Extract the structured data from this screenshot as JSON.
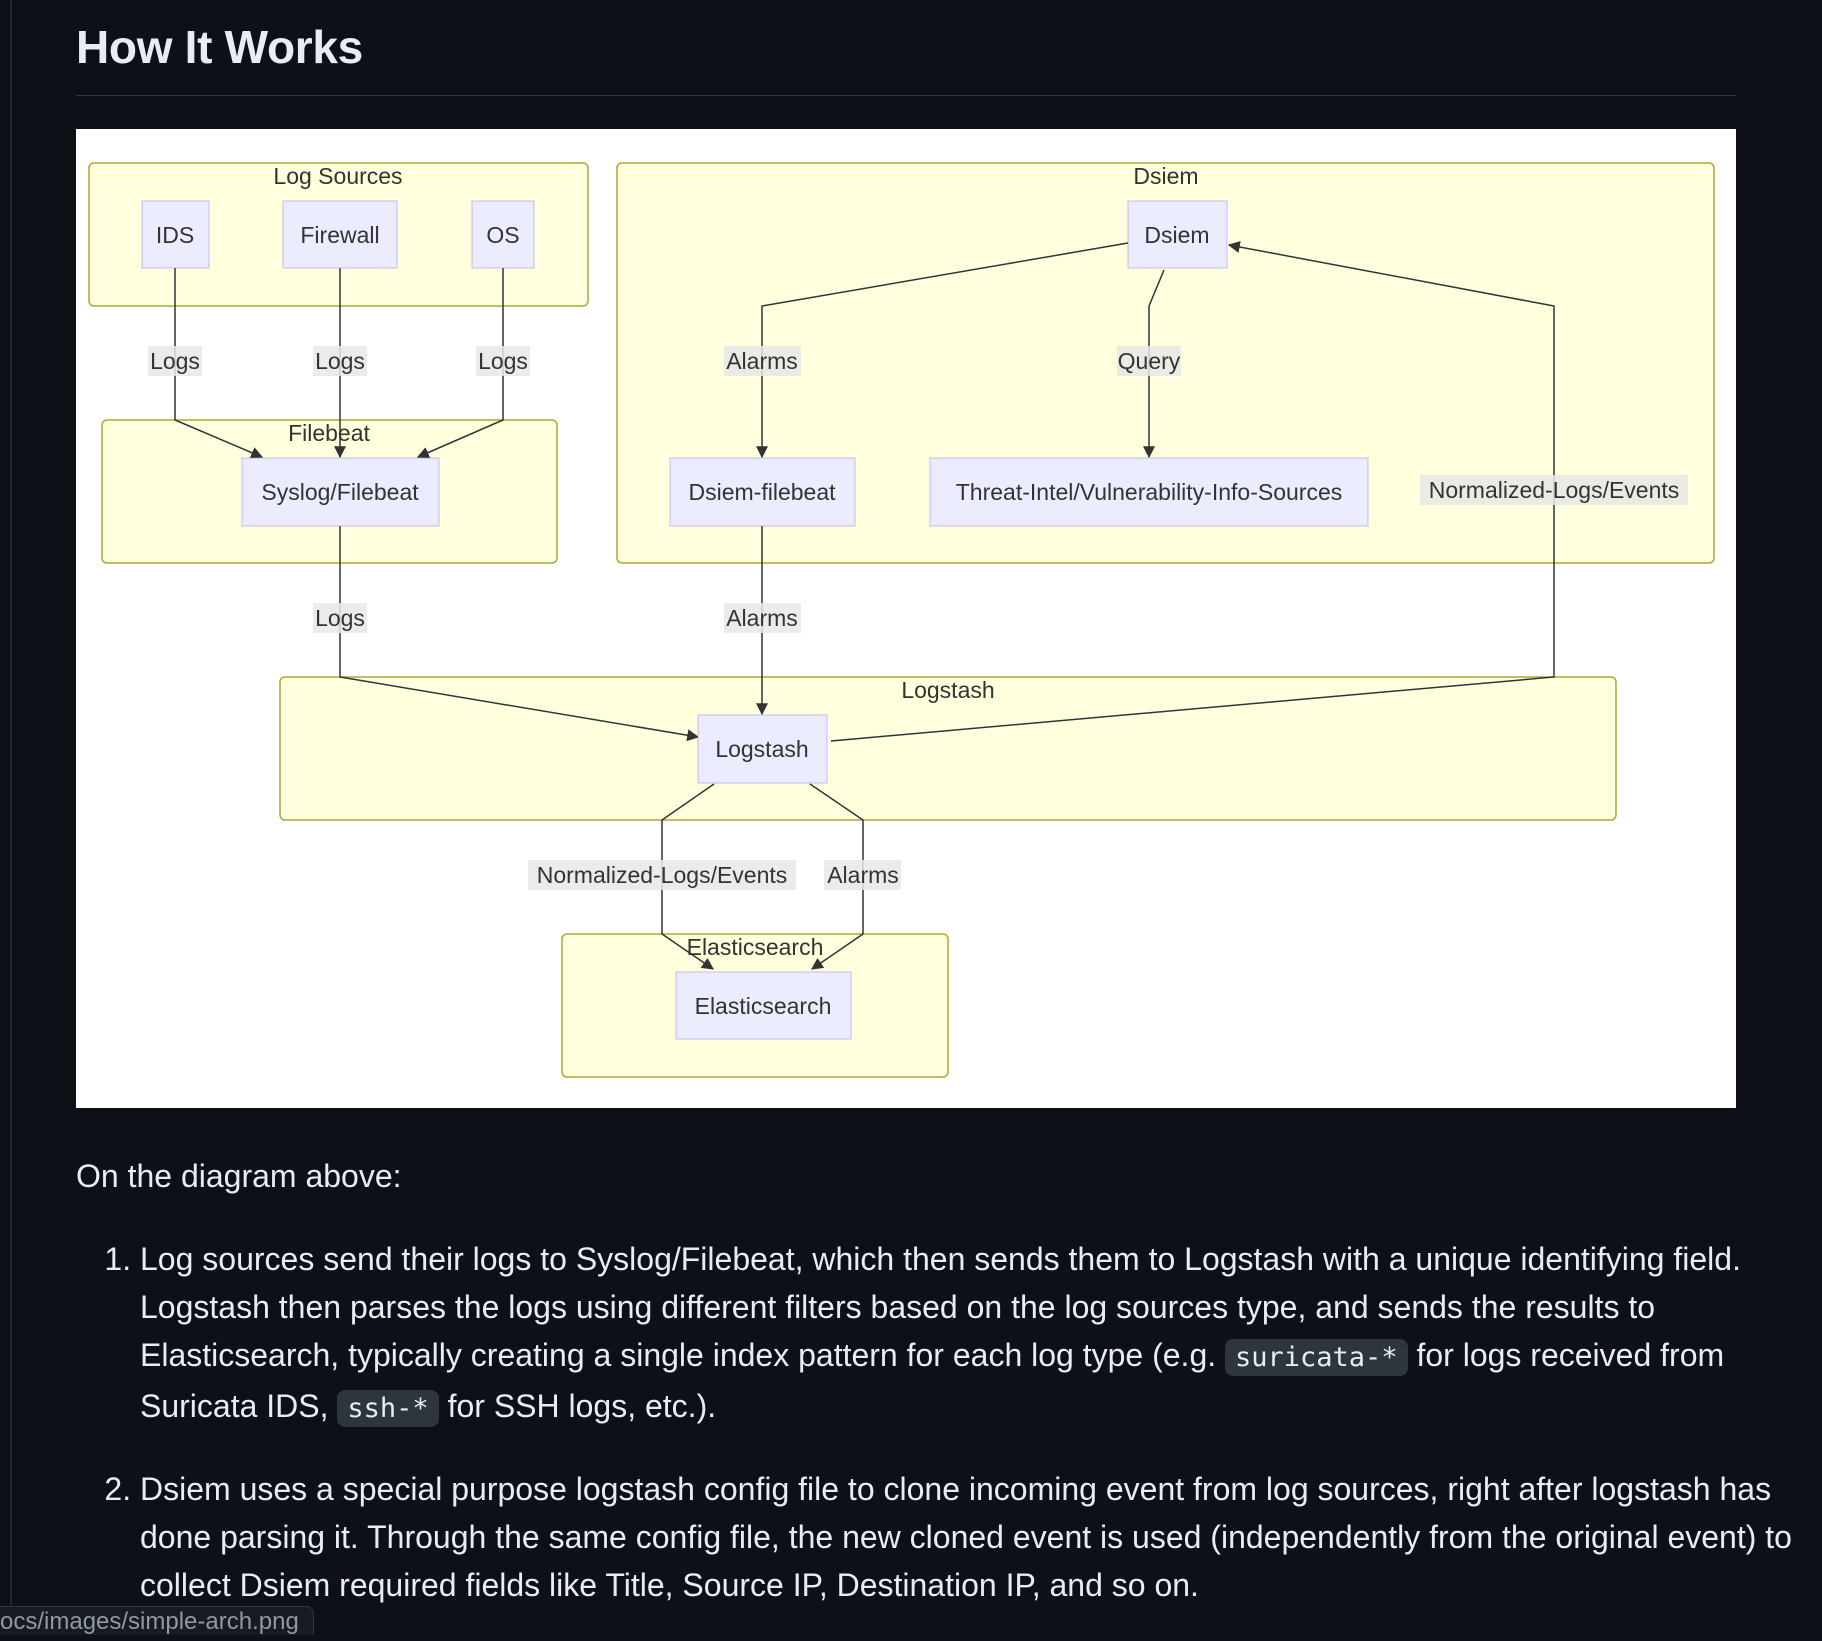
{
  "heading": "How It Works",
  "diagram": {
    "groups": {
      "log_sources": "Log Sources",
      "filebeat": "Filebeat",
      "dsiem": "Dsiem",
      "logstash": "Logstash",
      "elasticsearch": "Elasticsearch"
    },
    "nodes": {
      "ids": "IDS",
      "firewall": "Firewall",
      "os": "OS",
      "syslog_filebeat": "Syslog/Filebeat",
      "dsiem": "Dsiem",
      "dsiem_filebeat": "Dsiem-filebeat",
      "threat_intel": "Threat-Intel/Vulnerability-Info-Sources",
      "logstash": "Logstash",
      "elasticsearch": "Elasticsearch"
    },
    "edge_labels": {
      "ids_logs": "Logs",
      "firewall_logs": "Logs",
      "os_logs": "Logs",
      "syslog_logs": "Logs",
      "dsiem_alarms": "Alarms",
      "dsiem_query": "Query",
      "normalized_to_dsiem": "Normalized-Logs/Events",
      "filebeat_alarms": "Alarms",
      "normalized_to_es": "Normalized-Logs/Events",
      "alarms_to_es": "Alarms"
    }
  },
  "intro": "On the diagram above:",
  "steps": {
    "step1": {
      "part1": "Log sources send their logs to Syslog/Filebeat, which then sends them to Logstash with a unique identifying field. Logstash then parses the logs using different filters based on the log sources type, and sends the results to Elasticsearch, typically creating a single index pattern for each log type (e.g. ",
      "code1": "suricata-*",
      "part2": " for logs received from Suricata IDS, ",
      "code2": "ssh-*",
      "part3": " for SSH logs, etc.)."
    },
    "step2": {
      "text": "Dsiem uses a special purpose logstash config file to clone incoming event from log sources, right after logstash has done parsing it. Through the same config file, the new cloned event is used (independently from the original event) to collect Dsiem required fields like Title, Source IP, Destination IP, and so on."
    }
  },
  "status_url": "ocs/images/simple-arch.png"
}
